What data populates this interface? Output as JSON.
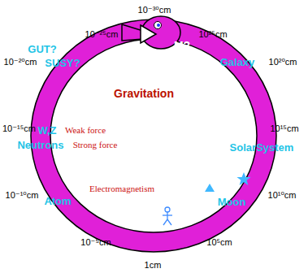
{
  "diagram": {
    "labels": [
      "10⁻³⁰cm",
      "10⁻²⁵cm",
      "M?",
      "10²⁵cm",
      "GUT?",
      "10⁻²⁰cm",
      "SUSY?",
      "Galaxy",
      "10²⁰cm",
      "Gravitation",
      "10⁻¹⁵cm",
      "W,Z",
      "Weak force",
      "Neutrons",
      "Strong force",
      "10¹⁵cm",
      "SolarSystem",
      "Electromagnetism",
      "10⁻¹⁰cm",
      "Atom",
      "Moon",
      "10¹⁰cm",
      "10⁻⁵cm",
      "10⁵cm",
      "1cm"
    ]
  }
}
